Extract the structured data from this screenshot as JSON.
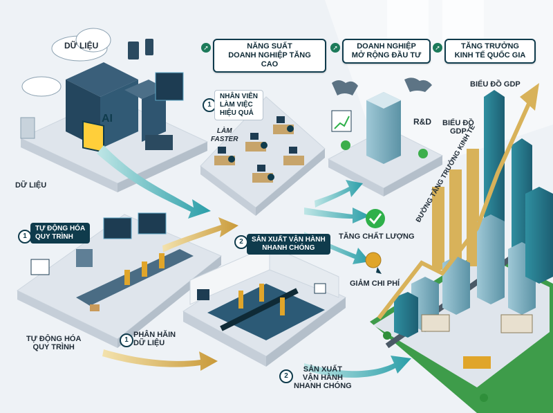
{
  "labels": {
    "data_top": "DỮ LIỆU",
    "data_left": "DỮ LIỆU",
    "ai_chip": "AI",
    "staff_line1": "NHÂN VIÊN",
    "staff_line2": "LÀM VIỆC",
    "staff_line3": "HIỆU QUẢ",
    "work_faster_line1": "LÀM",
    "work_faster_line2": "FASTER",
    "auto_process_line1": "TỰ ĐỘNG HÓA",
    "auto_process_line2": "QUY TRÌNH",
    "auto_process_bottom_line1": "TỰ ĐỘNG HÓA",
    "auto_process_bottom_line2": "QUY TRÌNH",
    "analyze_line1": "PHÂN HĂIN",
    "analyze_line2": "DỮ LIỆU",
    "production_line1": "SẢN XUẤT VẬN HÀNH",
    "production_line2": "NHANH CHÓNG",
    "production_bottom_line1": "SẢN XUẤT",
    "production_bottom_line2": "VẬN HÀNH",
    "production_bottom_line3": "NHANH CHÓNG",
    "quality": "TĂNG CHẤT LƯỢNG",
    "cost": "GIẢM CHI PHÍ",
    "rd": "R&D",
    "gdp_top": "BIỂU ĐỒ GDP",
    "gdp_mid_line1": "BIỂU ĐỒ",
    "gdp_mid_line2": "GDP",
    "growth_line": "ĐƯỜNG TĂNG TRƯỞNG KINH TẾ",
    "num1": "1",
    "num2": "2"
  },
  "flow": [
    {
      "line1": "NĂNG SUẤT",
      "line2": "DOANH NGHIỆP TĂNG CAO"
    },
    {
      "line1": "DOANH NGHIỆP",
      "line2": "MỞ RỘNG ĐẦU TƯ"
    },
    {
      "line1": "TĂNG TRƯỞNG",
      "line2": "KINH TẾ QUỐC GIA"
    }
  ],
  "colors": {
    "teal": "#2aa6a6",
    "navy": "#0f3b4c",
    "gold": "#d8b25a",
    "green": "#2fb04a",
    "platform": "#e9edf2"
  }
}
